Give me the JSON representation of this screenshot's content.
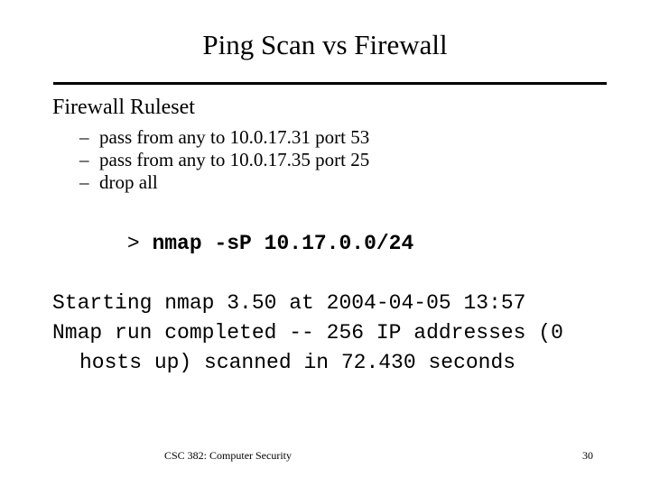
{
  "slide": {
    "title": "Ping Scan vs Firewall",
    "heading": "Firewall Ruleset",
    "bullet_dash": "–",
    "rules": [
      "pass from any to 10.0.17.31 port 53",
      "pass from any to 10.0.17.35 port 25",
      "drop all"
    ],
    "terminal": {
      "prompt": "> ",
      "command": "nmap -sP 10.17.0.0/24",
      "output_line_1": "Starting nmap 3.50 at 2004-04-05 13:57",
      "output_line_2": "Nmap run completed -- 256 IP addresses (0",
      "output_line_3": "hosts up) scanned in 72.430 seconds"
    }
  },
  "footer": {
    "course": "CSC 382: Computer Security",
    "page_number": "30"
  },
  "colors": {
    "text": "#000000",
    "background": "#ffffff",
    "rule": "#000000"
  }
}
